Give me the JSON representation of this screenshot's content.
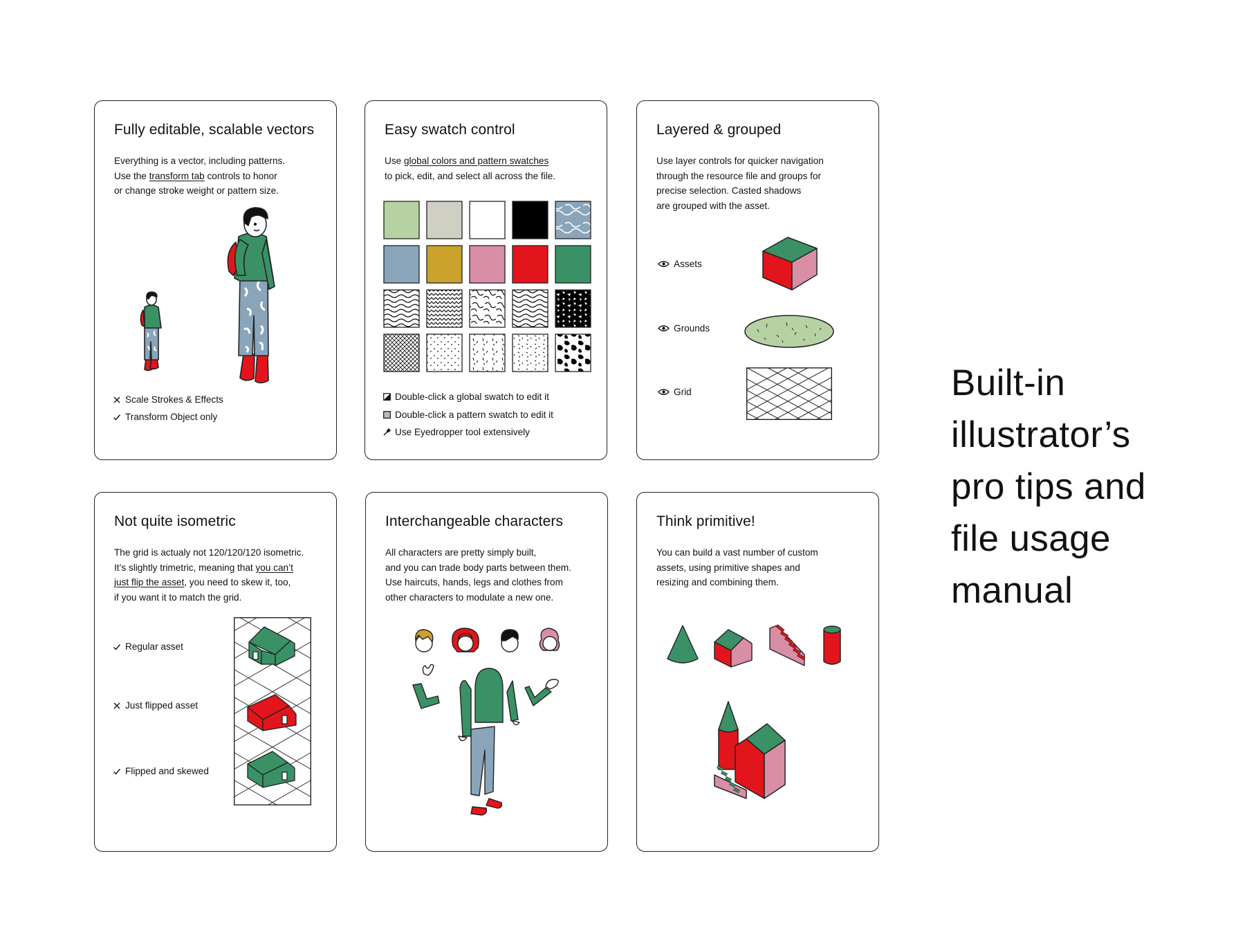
{
  "side_heading": {
    "lines": [
      "Built-in",
      "illustrator’s",
      "pro tips and",
      "file usage",
      "manual"
    ]
  },
  "colors": {
    "green": "#3a9165",
    "red": "#e1151b",
    "pink": "#d88fa5",
    "slate": "#8aa5ba",
    "mustard": "#caa22c",
    "sage": "#b7d2a2",
    "stone": "#cfd0c3",
    "white": "#ffffff",
    "black": "#000000",
    "outline": "#222222"
  },
  "cards": {
    "vectors": {
      "title": "Fully editable, scalable vectors",
      "text": {
        "l1": "Everything is a vector, including patterns.",
        "l2a": "Use the ",
        "l2link": "transform tab",
        "l2b": " controls to honor",
        "l3": "or change stroke weight or pattern size."
      },
      "options": [
        {
          "icon": "cross-icon",
          "label": "Scale Strokes & Effects"
        },
        {
          "icon": "check-icon",
          "label": "Transform Object only"
        }
      ]
    },
    "swatch": {
      "title": "Easy swatch control",
      "text": {
        "l1a": "Use ",
        "l1link": "global colors and pattern swatches",
        "l2": "to pick, edit, and select all across the file."
      },
      "solid_swatches": [
        "#b7d2a2",
        "#cfd0c3",
        "#ffffff",
        "#000000",
        "pattern-water",
        "#8aa5ba",
        "#caa22c",
        "#d88fa5",
        "#e1151b",
        "#3a9165"
      ],
      "tips": [
        {
          "icon": "global-swatch-icon",
          "label": "Double-click a global swatch to edit it"
        },
        {
          "icon": "pattern-swatch-icon",
          "label": "Double-click a pattern swatch to edit it"
        },
        {
          "icon": "eyedropper-icon",
          "label": "Use Eyedropper tool extensively"
        }
      ]
    },
    "layered": {
      "title": "Layered & grouped",
      "text": {
        "l1": "Use layer controls for quicker navigation",
        "l2": "through the resource file and groups for",
        "l3": "precise selection. Casted shadows",
        "l4": "are grouped with the asset."
      },
      "layers": [
        {
          "icon": "eye-icon",
          "label": "Assets"
        },
        {
          "icon": "eye-icon",
          "label": "Grounds"
        },
        {
          "icon": "eye-icon",
          "label": "Grid"
        }
      ]
    },
    "isometric": {
      "title": "Not quite isometric",
      "text": {
        "l1": "The grid is actualy not 120/120/120 isometric.",
        "l2a": "It’s slightly trimetric, meaning that ",
        "l2link": "you can’t",
        "l3link": "just flip the asset",
        "l3b": ", you need to skew it, too,",
        "l4": "if you want it to match the grid."
      },
      "options": [
        {
          "icon": "check-icon",
          "label": "Regular asset"
        },
        {
          "icon": "cross-icon",
          "label": "Just flipped asset"
        },
        {
          "icon": "check-icon",
          "label": "Flipped and skewed"
        }
      ]
    },
    "characters": {
      "title": "Interchangeable characters",
      "text": {
        "l1": "All characters are pretty simply built,",
        "l2": "and you can trade body parts between them.",
        "l3": "Use haircuts, hands, legs and clothes from",
        "l4": "other characters to modulate a new one."
      }
    },
    "primitive": {
      "title": "Think primitive!",
      "text": {
        "l1": "You can build a vast number of custom",
        "l2": "assets, using primitive shapes and",
        "l3": "resizing and combining them."
      }
    }
  }
}
